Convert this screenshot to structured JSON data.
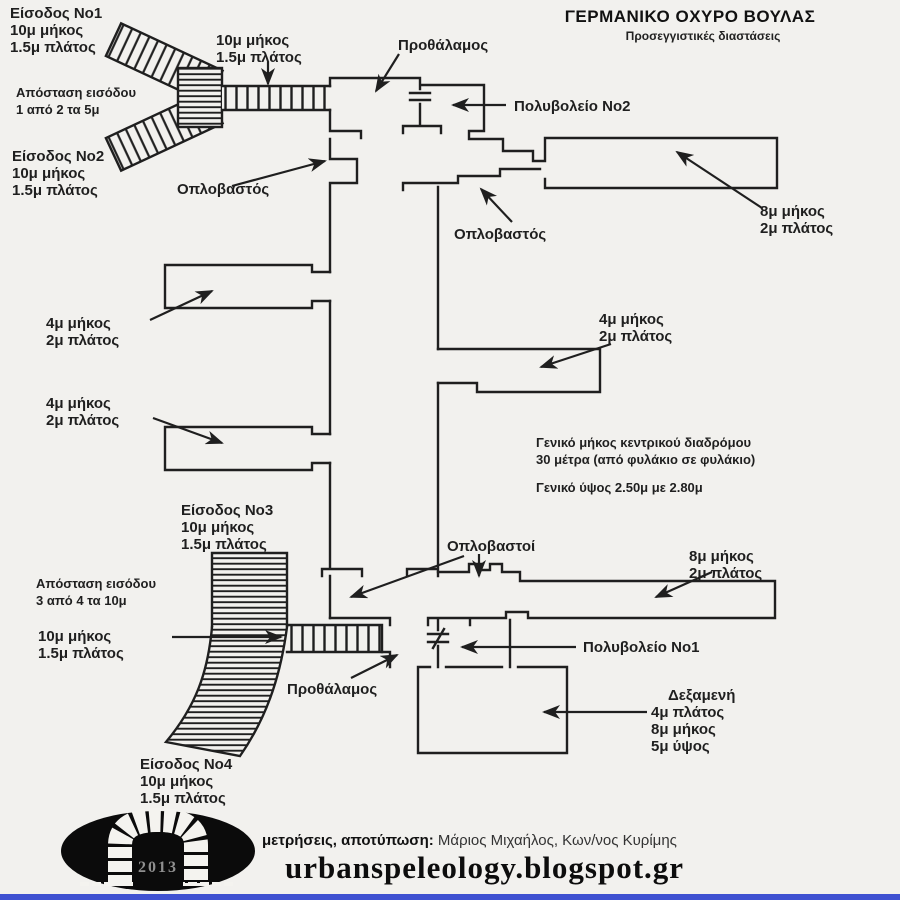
{
  "header": {
    "title": "ΓΕΡΜΑΝΙΚΟ ΟΧΥΡΟ ΒΟΥΛΑΣ",
    "subtitle": "Προσεγγιστικές διαστάσεις"
  },
  "colors": {
    "ink": "#1f1f1f",
    "background": "#f2f1ee",
    "bottom_bar_blue": "#3f51d1"
  },
  "labels": {
    "entrance1": {
      "l1": "Είσοδος No1",
      "l2": "10μ μήκος",
      "l3": "1.5μ πλάτος"
    },
    "corridor_top": {
      "l1": "10μ μήκος",
      "l2": "1.5μ πλάτος"
    },
    "prothalamos_top": "Προθάλαμος",
    "polyvoleio2": "Πολυβολείο No2",
    "apostasi12": {
      "l1": "Απόσταση εισόδου",
      "l2": "1 από 2 τα 5μ"
    },
    "entrance2": {
      "l1": "Είσοδος No2",
      "l2": "10μ μήκος",
      "l3": "1.5μ πλάτος"
    },
    "oplovastos_left": "Οπλοβαστός",
    "oplovastos_mid": "Οπλοβαστός",
    "room8_top": {
      "l1": "8μ μήκος",
      "l2": "2μ πλάτος"
    },
    "room4_a": {
      "l1": "4μ μήκος",
      "l2": "2μ πλάτος"
    },
    "room4_right": {
      "l1": "4μ μήκος",
      "l2": "2μ πλάτος"
    },
    "room4_b": {
      "l1": "4μ μήκος",
      "l2": "2μ πλάτος"
    },
    "geniko": {
      "l1": "Γενικό μήκος κεντρικού διαδρόμου",
      "l2": "30 μέτρα (από φυλάκιο σε φυλάκιο)",
      "l3": "Γενικό ύψος 2.50μ με 2.80μ"
    },
    "entrance3": {
      "l1": "Είσοδος No3",
      "l2": "10μ μήκος",
      "l3": "1.5μ πλάτος"
    },
    "apostasi34": {
      "l1": "Απόσταση εισόδου",
      "l2": "3 από 4 τα 10μ"
    },
    "oplovastoi": "Οπλοβαστοί",
    "room8_bottom": {
      "l1": "8μ μήκος",
      "l2": "2μ πλάτος"
    },
    "corridor_bottom": {
      "l1": "10μ μήκος",
      "l2": "1.5μ πλάτος"
    },
    "polyvoleio1": "Πολυβολείο No1",
    "prothalamos_bottom": "Προθάλαμος",
    "dexameni": {
      "l1": "Δεξαμενή",
      "l2": "4μ πλάτος",
      "l3": "8μ μήκος",
      "l4": "5μ ύψος"
    },
    "entrance4": {
      "l1": "Είσοδος No4",
      "l2": "10μ μήκος",
      "l3": "1.5μ πλάτος"
    }
  },
  "footer": {
    "credits_bold": "μετρήσεις, αποτύπωση:",
    "credits_names": " Μάριος Μιχαήλος, Κων/νος Κυρίμης",
    "url": "urbanspeleology.blogspot.gr",
    "logo_year": "2013"
  }
}
